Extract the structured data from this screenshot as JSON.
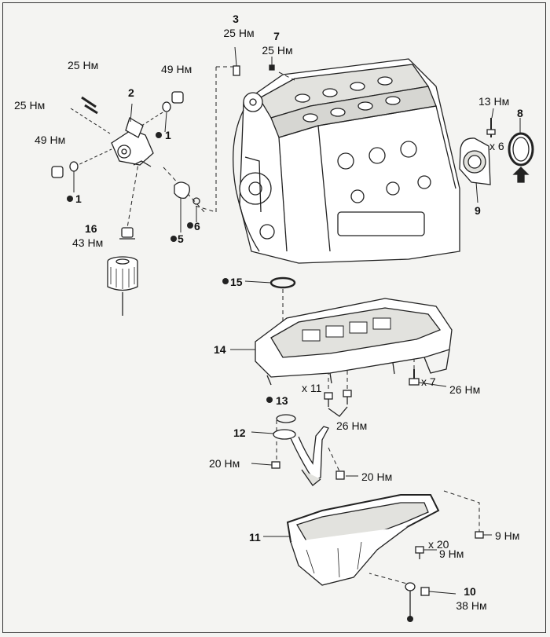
{
  "labels": {
    "part_1a": "1",
    "part_1b": "1",
    "part_2": "2",
    "part_3": "3",
    "part_5": "5",
    "part_6": "6",
    "part_7": "7",
    "part_8": "8",
    "part_9": "9",
    "part_10": "10",
    "part_11": "11",
    "part_12": "12",
    "part_13": "13",
    "part_14": "14",
    "part_15": "15",
    "part_16": "16"
  },
  "torques": {
    "t25_upper": "25 Нм",
    "t25_left": "25 Нм",
    "t49_right": "49 Нм",
    "t49_left": "49 Нм",
    "t3": "25 Нм",
    "t7": "25 Нм",
    "t16": "43 Нм",
    "t13": "13 Нм",
    "t26_right": "26 Нм",
    "t26_lower": "26 Нм",
    "t20_left": "20 Нм",
    "t20_right": "20 Нм",
    "t9_upper": "9 Нм",
    "t9_lower": "9 Нм",
    "t10": "38 Нм"
  },
  "quantities": {
    "q6": "x 6",
    "q7": "x 7",
    "q11": "x 11",
    "q20": "x 20"
  },
  "colors": {
    "line": "#222222",
    "fill": "#ffffff",
    "shade": "#c8c8c4",
    "background": "#f4f4f2"
  }
}
